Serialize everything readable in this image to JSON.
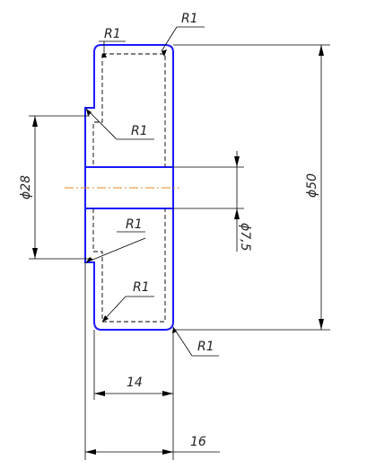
{
  "dimensions": {
    "d28": "ϕ28",
    "d50": "ϕ50",
    "d7_5": "ϕ7,5",
    "len14": "14",
    "len16": "16"
  },
  "radii": {
    "top_right": "R1",
    "top_left": "R1",
    "mid_upper": "R1",
    "mid_lower": "R1",
    "bottom_inner": "R1",
    "bottom_right": "R1"
  },
  "colors": {
    "outline": "#1a1aff",
    "centerline": "#e08a1e",
    "lines": "#000000"
  }
}
